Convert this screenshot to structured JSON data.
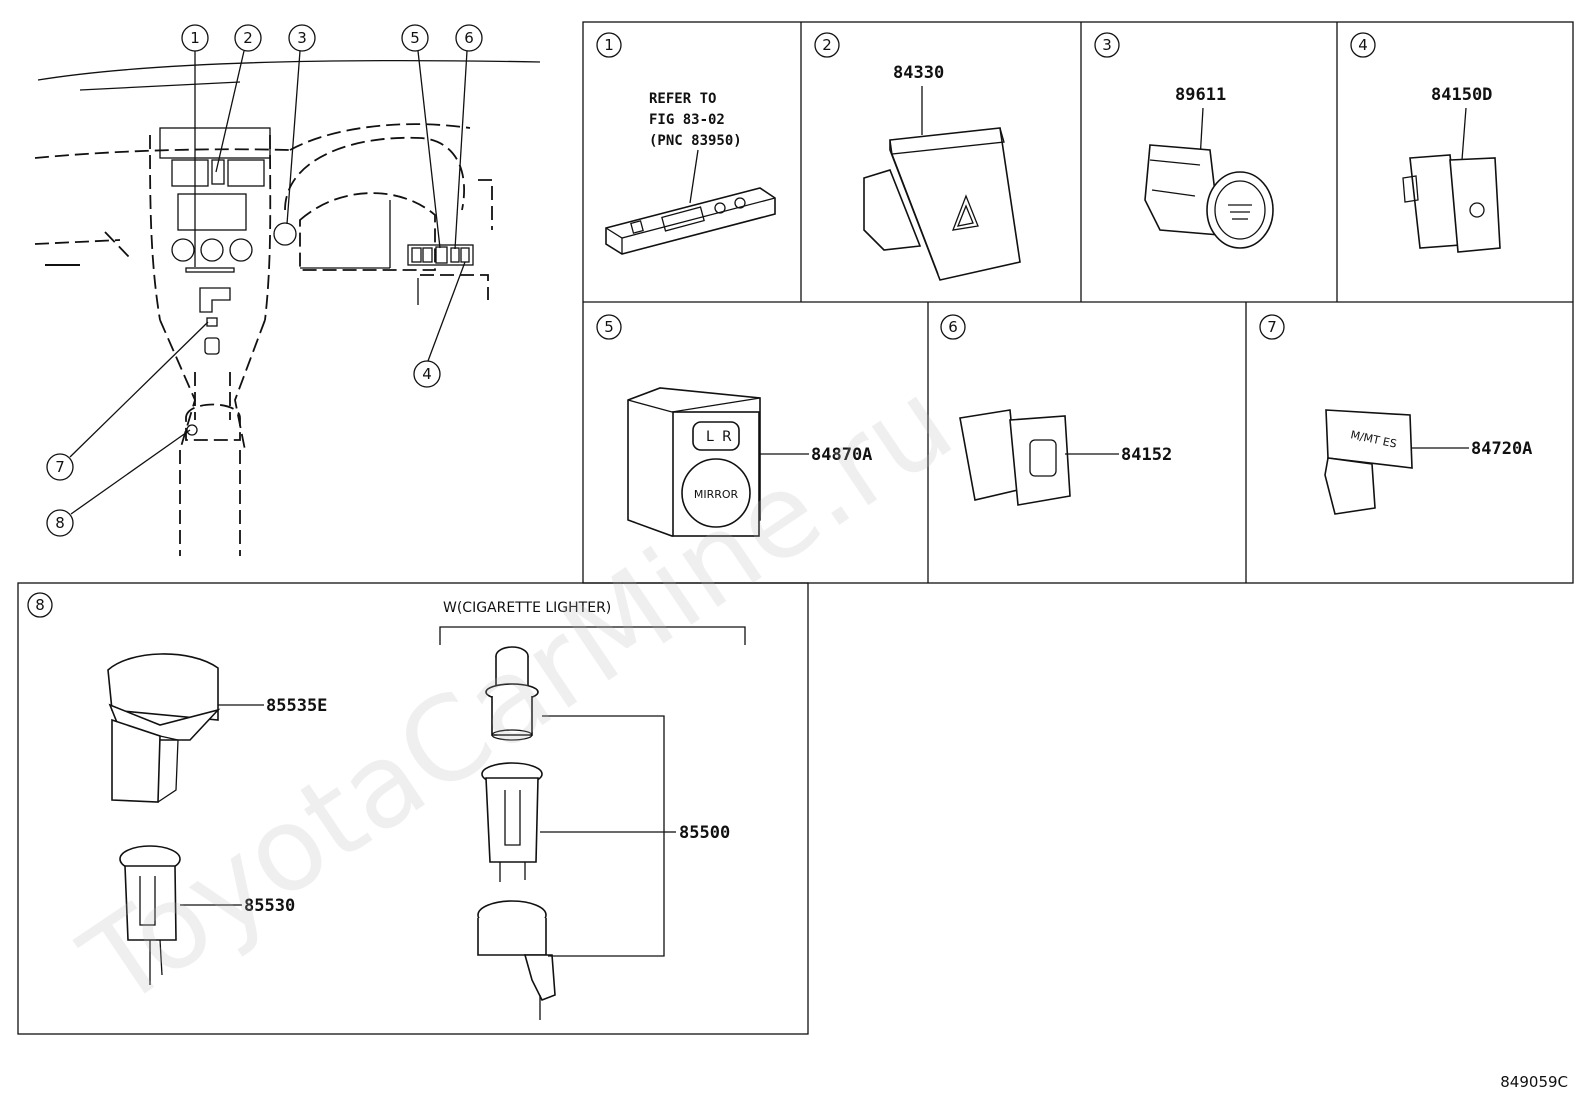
{
  "callouts": [
    "1",
    "2",
    "3",
    "4",
    "5",
    "6",
    "7",
    "8"
  ],
  "refer_note": [
    "REFER TO",
    "FIG 83-02",
    "(PNC 83950)"
  ],
  "parts": {
    "p84330": "84330",
    "p89611": "89611",
    "p84150D": "84150D",
    "p84870A": "84870A",
    "p84152": "84152",
    "p84720A": "84720A",
    "p85535E": "85535E",
    "p85530": "85530",
    "p85500": "85500"
  },
  "switch_text": {
    "mirror": "MIRROR",
    "mirror_left": "L",
    "mirror_right": "R",
    "mmt_es": "M/MT ES"
  },
  "group_label": "W(CIGARETTE LIGHTER)",
  "drawing_number": "849059C",
  "watermark": "ToyotaCarMine.ru"
}
